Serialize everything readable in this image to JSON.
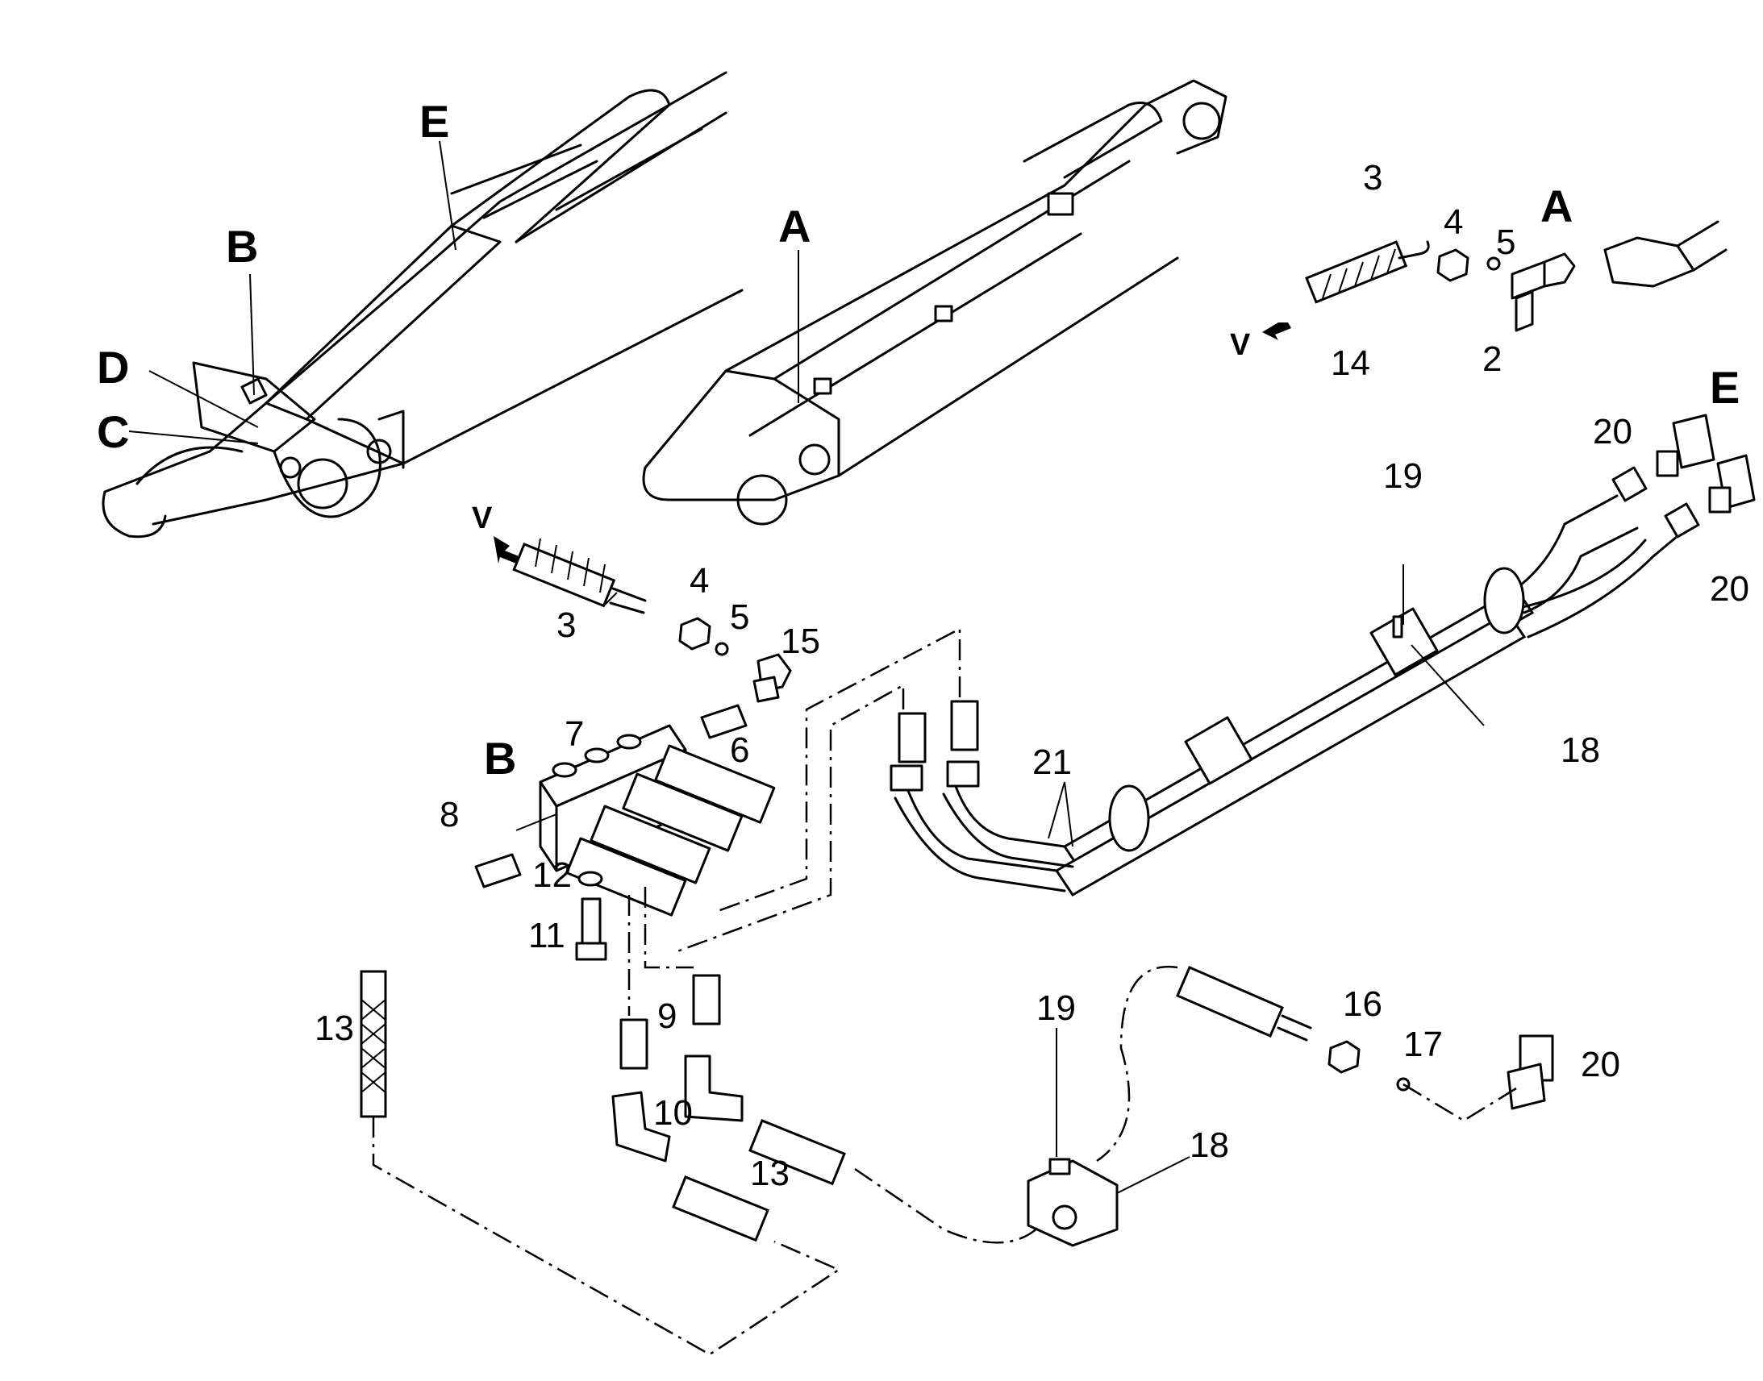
{
  "views": {
    "left_boom_letters": [
      "B",
      "E",
      "D",
      "C"
    ],
    "right_boom_letter": "A"
  },
  "detail_a": {
    "letter": "A",
    "callouts": [
      "3",
      "4",
      "5",
      "14",
      "2"
    ],
    "arrow_label": "V"
  },
  "detail_b": {
    "letter": "B",
    "arrow_label": "V",
    "callouts": [
      "4",
      "5",
      "15",
      "3",
      "7",
      "6",
      "8",
      "12",
      "11",
      "9",
      "10",
      "13",
      "13"
    ]
  },
  "detail_e": {
    "letter": "E",
    "callouts": [
      "20",
      "20",
      "19",
      "18",
      "21"
    ]
  },
  "bottom_assembly": {
    "callouts": [
      "19",
      "18",
      "16",
      "17",
      "20"
    ]
  }
}
